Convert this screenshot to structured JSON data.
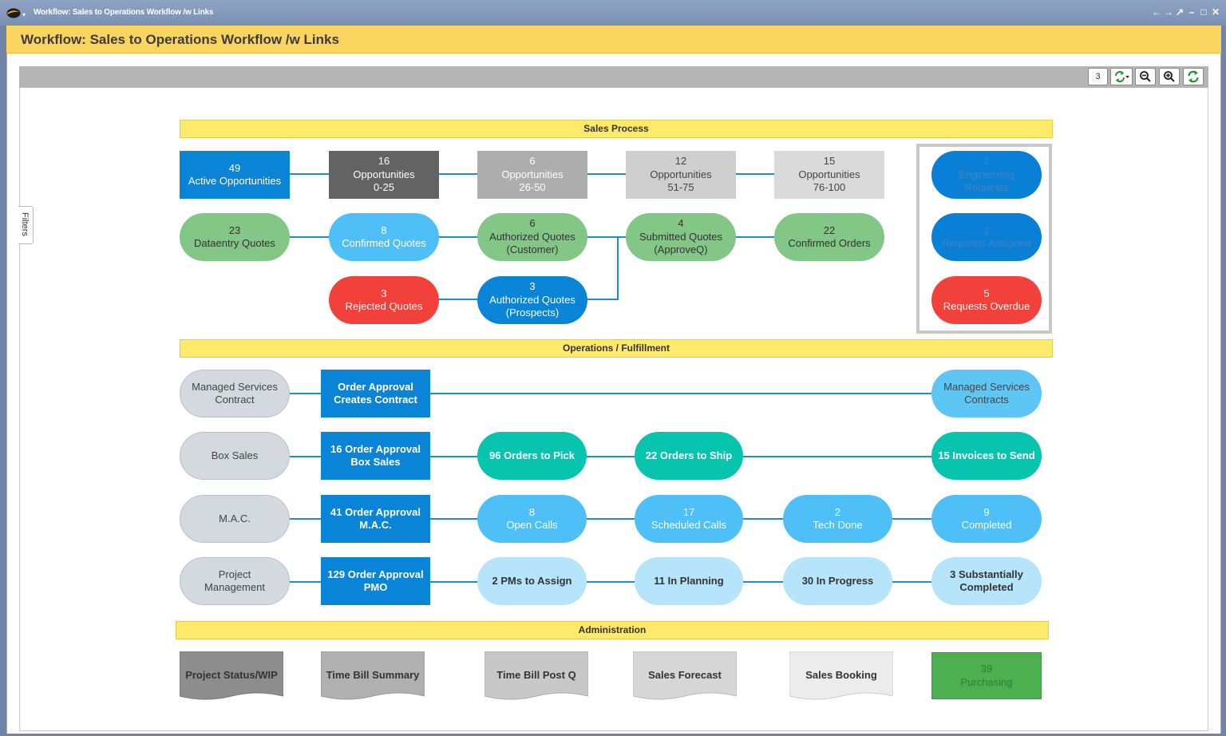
{
  "window": {
    "title": "Workflow: Sales to Operations Workflow /w Links",
    "controls": [
      "←",
      "→",
      "↗",
      "–",
      "□",
      "✕"
    ]
  },
  "header": {
    "title": "Workflow: Sales to Operations Workflow /w Links"
  },
  "toolbar": {
    "count": "3"
  },
  "filters_tab": "Filters",
  "sections": {
    "sales": "Sales Process",
    "operations": "Operations / Fulfillment",
    "admin": "Administration"
  },
  "sales": {
    "active": {
      "count": "49",
      "label": "Active Opportunities"
    },
    "opp_0_25": {
      "count": "16",
      "label": "Opportunities",
      "range": "0-25"
    },
    "opp_26_50": {
      "count": "6",
      "label": "Opportunities",
      "range": "26-50"
    },
    "opp_51_75": {
      "count": "12",
      "label": "Opportunities",
      "range": "51-75"
    },
    "opp_76_100": {
      "count": "15",
      "label": "Opportunities",
      "range": "76-100"
    },
    "dataentry": {
      "count": "23",
      "label": "Dataentry Quotes"
    },
    "confirmed_quotes": {
      "count": "8",
      "label": "Confirmed Quotes"
    },
    "auth_customer": {
      "count": "6",
      "label": "Authorized Quotes",
      "sub": "(Customer)"
    },
    "submitted": {
      "count": "4",
      "label": "Submitted Quotes",
      "sub": "(ApproveQ)"
    },
    "confirmed_orders": {
      "count": "22",
      "label": "Confirmed Orders"
    },
    "rejected": {
      "count": "3",
      "label": "Rejected Quotes"
    },
    "auth_prospects": {
      "count": "3",
      "label": "Authorized Quotes",
      "sub": "(Prospects)"
    },
    "eng_requests": {
      "count": "2",
      "label": "Engineering",
      "sub": "Requests"
    },
    "req_assigned": {
      "count": "2",
      "label": "Requests Assigned"
    },
    "req_overdue": {
      "count": "5",
      "label": "Requests Overdue"
    }
  },
  "operations": {
    "msc": {
      "label": "Managed Services",
      "sub": "Contract"
    },
    "order_contract": {
      "label": "Order Approval",
      "sub": "Creates Contract"
    },
    "ms_contracts": {
      "label": "Managed Services",
      "sub": "Contracts"
    },
    "box_sales": {
      "label": "Box Sales"
    },
    "order_box": {
      "label": "16 Order Approval",
      "sub": "Box Sales"
    },
    "orders_pick": {
      "label": "96 Orders to Pick"
    },
    "orders_ship": {
      "label": "22 Orders to Ship"
    },
    "invoices": {
      "label": "15 Invoices to Send"
    },
    "mac": {
      "label": "M.A.C."
    },
    "order_mac": {
      "label": "41 Order Approval",
      "sub": "M.A.C."
    },
    "open_calls": {
      "count": "8",
      "label": "Open Calls"
    },
    "scheduled_calls": {
      "count": "17",
      "label": "Scheduled Calls"
    },
    "tech_done": {
      "count": "2",
      "label": "Tech Done"
    },
    "completed": {
      "count": "9",
      "label": "Completed"
    },
    "pm": {
      "label": "Project",
      "sub": "Management"
    },
    "order_pmo": {
      "label": "129 Order Approval",
      "sub": "PMO"
    },
    "pms_assign": {
      "label": "2 PMs to Assign"
    },
    "in_planning": {
      "label": "11 In Planning"
    },
    "in_progress": {
      "label": "30 In Progress"
    },
    "subst_completed": {
      "label": "3 Substantially",
      "sub": "Completed"
    }
  },
  "admin": {
    "project_status": "Project Status/WIP",
    "time_bill_summary": "Time Bill Summary",
    "time_bill_post": "Time Bill Post Q",
    "sales_forecast": "Sales Forecast",
    "sales_booking": "Sales Booking",
    "purchasing": {
      "count": "39",
      "label": "Purchasing"
    }
  },
  "colors": {
    "header": "#f9d45e",
    "section": "#fde96a",
    "connector": "#1a8be0",
    "blue": "#0a84d6",
    "teal": "#07c4ae",
    "red": "#f2413a",
    "green": "#82c785"
  }
}
